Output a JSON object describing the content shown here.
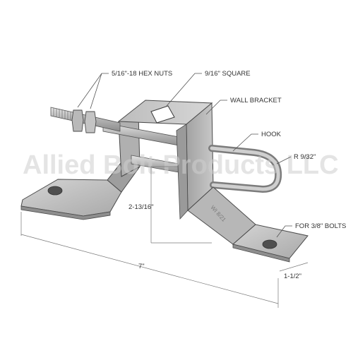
{
  "watermark": "Allied Bolt Products LLC",
  "callouts": {
    "hex_nuts": "5/16\"-18 HEX NUTS",
    "square": "9/16\" SQUARE",
    "wall_bracket": "WALL BRACKET",
    "hook": "HOOK",
    "radius": "R 9/32\"",
    "bolts": "FOR 3/8\" BOLTS"
  },
  "dimensions": {
    "length": "7\"",
    "height": "2-13/16\"",
    "width": "1-1/2\""
  },
  "stamp": "WI 8/21",
  "colors": {
    "metal_light": "#c9c9c9",
    "metal_mid": "#a8a8a8",
    "metal_dark": "#8a8a8a",
    "outline": "#4a4a4a",
    "leader": "#555555"
  }
}
